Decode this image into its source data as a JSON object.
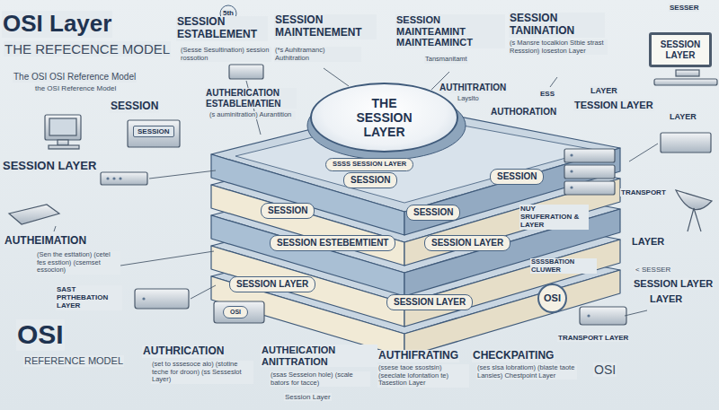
{
  "diagram": {
    "title": "OSI Layer",
    "nodes": [
      {
        "text": [
          "THE SESSION LAYER"
        ]
      },
      {
        "text": [
          "SSSS SESSION LAYER"
        ]
      },
      {
        "text": [
          "SESSION"
        ]
      },
      {
        "text": [
          "SESSION"
        ]
      },
      {
        "text": [
          "SESSION"
        ]
      },
      {
        "text": [
          "SESSION"
        ]
      },
      {
        "text": [
          "SESSION ESTEBEMTIENT"
        ]
      },
      {
        "text": [
          "SESSION LAYER"
        ]
      },
      {
        "text": [
          "SESSION LAYER"
        ]
      },
      {
        "text": [
          "SESSION LAYER"
        ]
      },
      {
        "text": [
          "SESSION"
        ]
      },
      {
        "text": [
          "SESSION LAYER"
        ]
      },
      {
        "text": [
          "OSI"
        ]
      },
      {
        "text": [
          "OSI"
        ]
      }
    ],
    "labels": [
      "THE REFECENCE MODEL",
      "The OSI OSI Reference Model",
      "the OSI Reference Model",
      "5th",
      "SESSION ESTABLEMENT",
      "(Sesse Sesultination) session rossotion",
      "SESSION MAINTENEMENT",
      "(*s Auhitramanc) Authitration",
      "SESSION MAINTEAMINT MAINTEAMINCT",
      "Tansmanitamt",
      "SESSION TANINATION",
      "(s Mansre tocalkion Stbie strast Resssion) Ioseston Layer",
      "SESSER",
      "AUTHERICATION ESTABLEMATIEN",
      "(s auminitration) Aurantition",
      "SESSION",
      "AUTHITRATION",
      "Layslto",
      "AUTHORATION",
      "ESS",
      "LAYER",
      "TESSION LAYER",
      "SESSION LAYER",
      "LAYER",
      "AUTHEIMATION",
      "(Sen the esttation) (cetel fes esstion) (csemset essocion)",
      "SAST PRTHEBATION LAYER",
      "OSI",
      "REFERENCE MODEL",
      "AUTHRICATION",
      "(set to sssesoce alo) (stotine teche for droon) (ss Sesseslot Layer)",
      "AUTHEICATION ANITTRATION",
      "(ssas Sesseion hole) (scale bators for tacce)",
      "Session Layer",
      "AUTHIFRATING",
      "(ssese taoe ssostsin) (seeclate lofontation te) Tasestion Layer",
      "CHECKPAITING",
      "(ses slsa lobratiom) (blaste taote Lansies) Chestpoint Layer",
      "OSI",
      "NUY SRUFERATION & LAYER",
      "SSSSBATION CLUWER",
      "TRANSPORT",
      "LAYER",
      "< SESSER",
      "SESSION LAYER",
      "LAYER",
      "TRANSPORT LAYER"
    ]
  }
}
